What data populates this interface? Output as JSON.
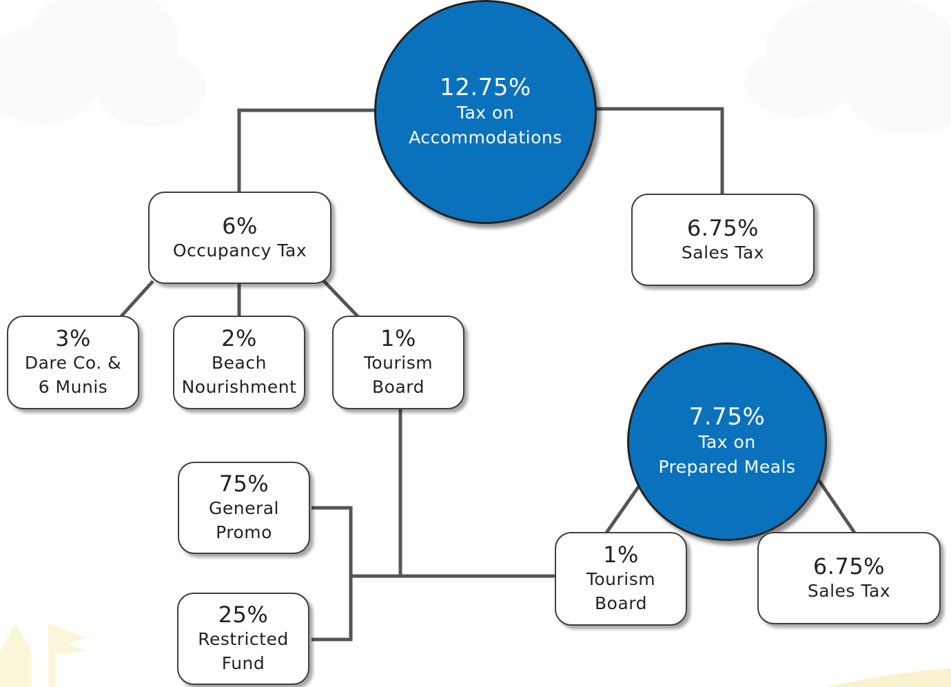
{
  "colors": {
    "circle_fill": "#0a72bd",
    "connector": "#555555",
    "box_border": "#3f3f3f",
    "watermark": "#fbf6d8"
  },
  "accommodations": {
    "percent": "12.75%",
    "label_line1": "Tax on",
    "label_line2": "Accommodations"
  },
  "occupancy_tax": {
    "percent": "6%",
    "label": "Occupancy Tax"
  },
  "accom_sales_tax": {
    "percent": "6.75%",
    "label": "Sales Tax"
  },
  "dare_co": {
    "percent": "3%",
    "label_line1": "Dare Co. &",
    "label_line2": "6 Munis"
  },
  "beach": {
    "percent": "2%",
    "label_line1": "Beach",
    "label_line2": "Nourishment"
  },
  "tourism_board_1": {
    "percent": "1%",
    "label_line1": "Tourism",
    "label_line2": "Board"
  },
  "general_promo": {
    "percent": "75%",
    "label_line1": "General",
    "label_line2": "Promo"
  },
  "restricted_fund": {
    "percent": "25%",
    "label_line1": "Restricted",
    "label_line2": "Fund"
  },
  "prepared_meals": {
    "percent": "7.75%",
    "label_line1": "Tax on",
    "label_line2": "Prepared Meals"
  },
  "tourism_board_2": {
    "percent": "1%",
    "label_line1": "Tourism",
    "label_line2": "Board"
  },
  "meals_sales_tax": {
    "percent": "6.75%",
    "label": "Sales Tax"
  }
}
